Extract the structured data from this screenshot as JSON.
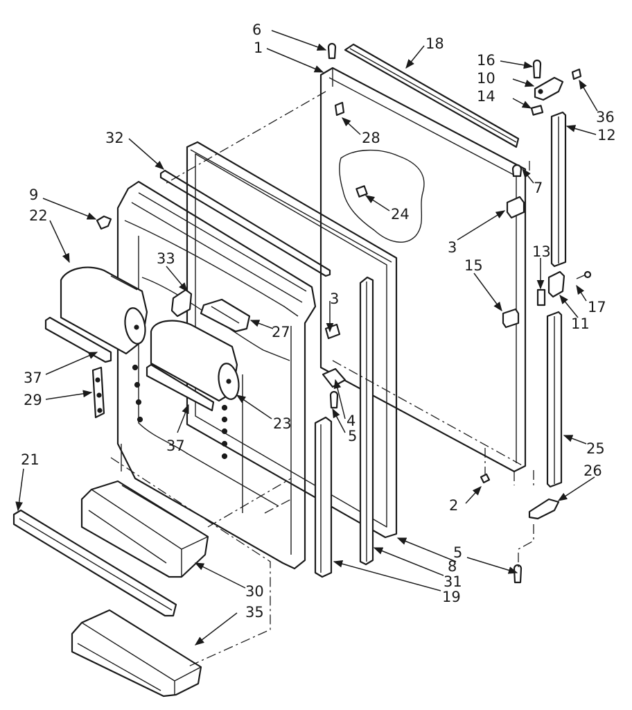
{
  "callouts": {
    "c1": "1",
    "c2": "2",
    "c3a": "3",
    "c3b": "3",
    "c4": "4",
    "c5a": "5",
    "c5b": "5",
    "c6": "6",
    "c7": "7",
    "c8": "8",
    "c9": "9",
    "c10": "10",
    "c11": "11",
    "c12": "12",
    "c13": "13",
    "c14": "14",
    "c15": "15",
    "c16": "16",
    "c17": "17",
    "c18": "18",
    "c19": "19",
    "c21": "21",
    "c22": "22",
    "c23": "23",
    "c24": "24",
    "c25": "25",
    "c26": "26",
    "c27": "27",
    "c28": "28",
    "c29": "29",
    "c30": "30",
    "c31": "31",
    "c32": "32",
    "c33": "33",
    "c35": "35",
    "c36": "36",
    "c37a": "37",
    "c37b": "37"
  }
}
